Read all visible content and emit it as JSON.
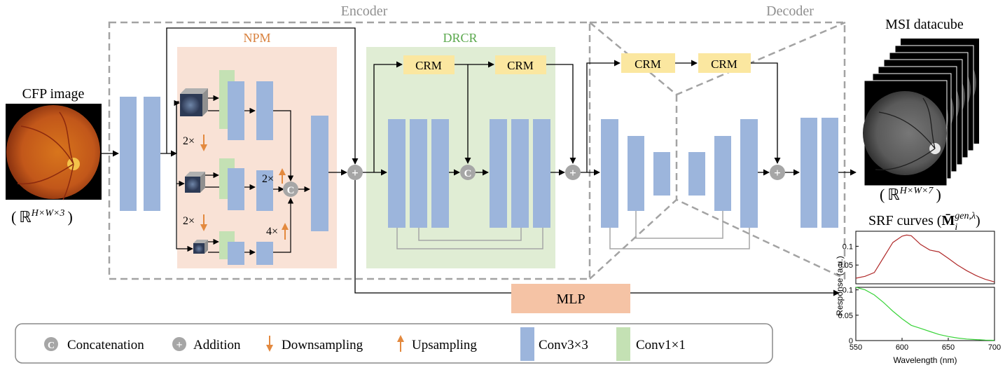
{
  "labels": {
    "encoder": "Encoder",
    "decoder": "Decoder",
    "npm": "NPM",
    "drcr": "DRCR",
    "crm": "CRM",
    "mlp": "MLP",
    "cfp_image": "CFP image",
    "cfp_dims_left": "(",
    "cfp_dims_R": "ℝ",
    "cfp_dims_sup": "H×W×3",
    "cfp_dims_right": ")",
    "msi_title": "MSI datacube",
    "msi_dims_left": "(",
    "msi_dims_R": "ℝ",
    "msi_dims_sup": "H×W×7",
    "msi_dims_right": ")",
    "srf_title_prefix": "SRF curves (",
    "srf_title_M": "M̄",
    "srf_title_sub": "i",
    "srf_title_sup": "gen,λ",
    "srf_title_suffix": ")",
    "scale_2x": "2×",
    "scale_4x": "4×",
    "concat_symbol": "C",
    "add_symbol": "+"
  },
  "legend": [
    {
      "key": "concat",
      "symbol": "C",
      "label": "Concatenation"
    },
    {
      "key": "add",
      "symbol": "+",
      "label": "Addition"
    },
    {
      "key": "down",
      "symbol": "down-arrow-icon",
      "label": "Downsampling"
    },
    {
      "key": "up",
      "symbol": "up-arrow-icon",
      "label": "Upsampling"
    },
    {
      "key": "conv3",
      "symbol": "blue-swatch",
      "label": "Conv3×3"
    },
    {
      "key": "conv1",
      "symbol": "green-swatch",
      "label": "Conv1×1"
    }
  ],
  "colors": {
    "conv3": "#9cb5dc",
    "conv1": "#c4e1b4",
    "npm_bg": "#f9e2d6",
    "drcr_bg": "#e0edd4",
    "crm": "#fbe7a0",
    "mlp": "#f5c3a5",
    "circle": "#a6a6a6",
    "arrow_orange": "#e3893e",
    "dash": "#a3a3a3",
    "npm_text": "#d8803c",
    "drcr_text": "#5aa84d",
    "srf_red": "#b02a2a",
    "srf_green": "#3ad43a"
  },
  "chart_data": {
    "type": "line",
    "xlabel": "Wavelength (nm)",
    "ylabel": "Response (a.u.)",
    "xlim": [
      550,
      700
    ],
    "xticks": [
      "550",
      "600",
      "650",
      "700"
    ],
    "panels": [
      {
        "name": "",
        "ylim": [
          0,
          0.14
        ],
        "yticks": [
          "0.05",
          "0.1"
        ],
        "color": "#b02a2a",
        "x": [
          550,
          560,
          570,
          580,
          590,
          600,
          605,
          610,
          620,
          630,
          640,
          650,
          660,
          670,
          680,
          690,
          700
        ],
        "y": [
          0.015,
          0.02,
          0.03,
          0.07,
          0.11,
          0.127,
          0.13,
          0.128,
          0.105,
          0.09,
          0.085,
          0.068,
          0.05,
          0.035,
          0.022,
          0.012,
          0.005
        ]
      },
      {
        "name": "",
        "ylim": [
          0,
          0.105
        ],
        "yticks": [
          "0",
          "0.05",
          "0.1"
        ],
        "color": "#3ad43a",
        "x": [
          550,
          560,
          570,
          580,
          590,
          600,
          610,
          620,
          630,
          640,
          650,
          660,
          670,
          680,
          690,
          700
        ],
        "y": [
          0.105,
          0.1,
          0.09,
          0.075,
          0.058,
          0.043,
          0.03,
          0.024,
          0.018,
          0.012,
          0.008,
          0.005,
          0.003,
          0.002,
          0.001,
          0.0005
        ]
      }
    ]
  }
}
